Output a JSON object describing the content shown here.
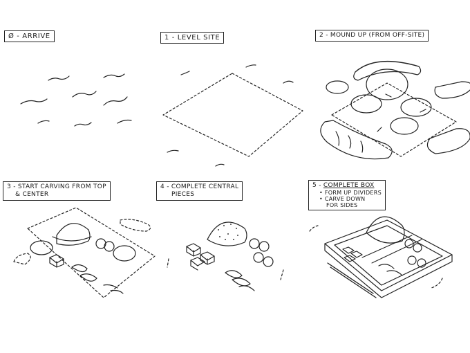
{
  "steps": [
    {
      "id": "step-0",
      "number": "Ø",
      "sep": " - ",
      "title": "Arrive",
      "lines": []
    },
    {
      "id": "step-1",
      "number": "1",
      "sep": " - ",
      "title": "Level Site",
      "lines": []
    },
    {
      "id": "step-2",
      "number": "2",
      "sep": " - ",
      "title": "Mound up (from off-site)",
      "lines": []
    },
    {
      "id": "step-3",
      "number": "3",
      "sep": " - ",
      "title": "Start carving from top",
      "title2": "& center",
      "lines": []
    },
    {
      "id": "step-4",
      "number": "4",
      "sep": " - ",
      "title": "Complete central",
      "title2": "pieces",
      "lines": []
    },
    {
      "id": "step-5",
      "number": "5",
      "sep": " - ",
      "title": "Complete Box",
      "lines": [
        "• Form up dividers",
        "• Carve down",
        "for sides"
      ]
    }
  ]
}
